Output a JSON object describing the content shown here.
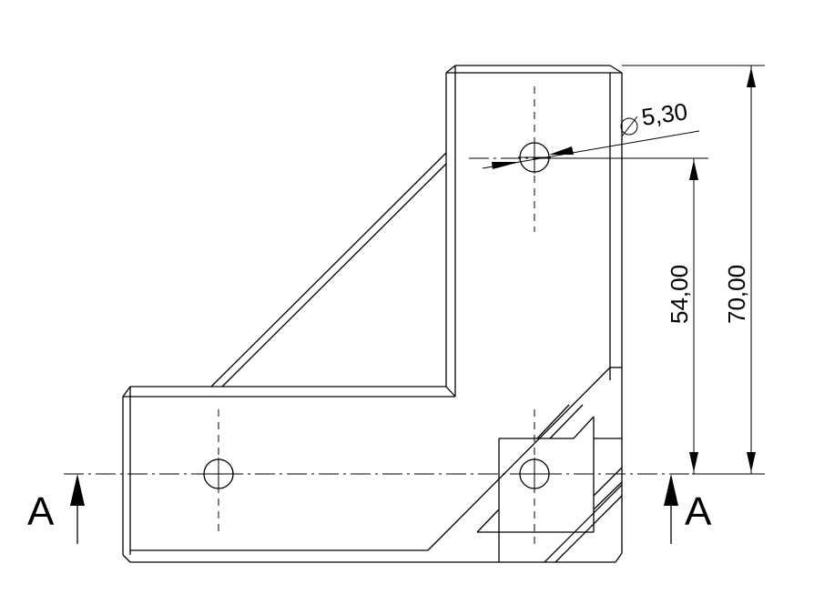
{
  "dimensions": {
    "hole_diameter": "5,30",
    "height_54": "54,00",
    "height_70": "70,00"
  },
  "section": {
    "left_label": "A",
    "right_label": "A"
  }
}
